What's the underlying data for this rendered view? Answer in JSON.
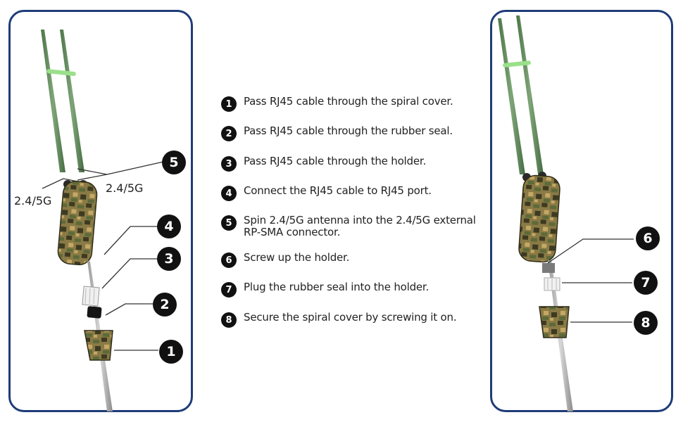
{
  "steps": [
    {
      "num": "1",
      "text": "Pass RJ45 cable through the spiral cover."
    },
    {
      "num": "2",
      "text": "Pass RJ45 cable through the rubber seal."
    },
    {
      "num": "3",
      "text": "Pass RJ45 cable through the holder."
    },
    {
      "num": "4",
      "text": "Connect the RJ45 cable to RJ45 port."
    },
    {
      "num": "5",
      "text": "Spin 2.4/5G antenna into the 2.4/5G external RP-SMA connector."
    },
    {
      "num": "6",
      "text": "Screw up the holder."
    },
    {
      "num": "7",
      "text": "Plug the rubber seal into the holder."
    },
    {
      "num": "8",
      "text": "Secure the spiral cover by screwing it on."
    }
  ],
  "left_illustration": {
    "antenna_label_left": "2.4/5G",
    "antenna_label_right": "2.4/5G",
    "callouts": [
      "5",
      "4",
      "3",
      "2",
      "1"
    ]
  },
  "right_illustration": {
    "callouts": [
      "6",
      "7",
      "8"
    ]
  },
  "colors": {
    "panel_border": "#1f3c78",
    "antenna": "#5f8a5a",
    "camo_dark": "#3d3a22",
    "camo_light": "#b89a55",
    "callout_bg": "#111111"
  }
}
